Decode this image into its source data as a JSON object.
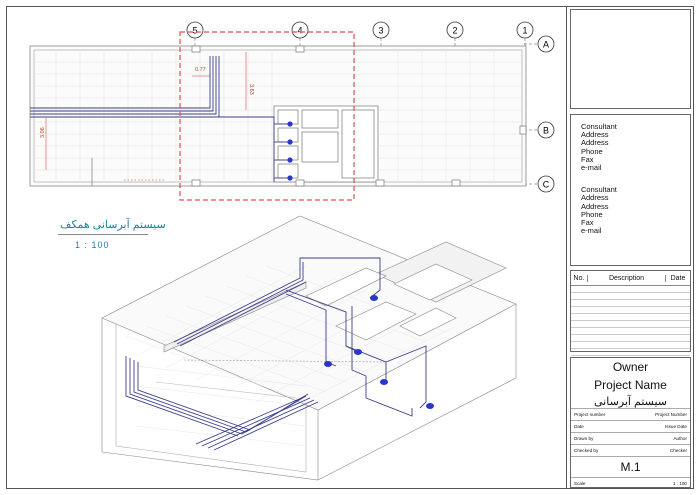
{
  "plan": {
    "title": "سیستم آبرسانی همکف",
    "scale": "1 : 100",
    "grid_columns": [
      "5",
      "4",
      "3",
      "2",
      "1"
    ],
    "grid_rows": [
      "A",
      "B",
      "C"
    ],
    "dims": [
      "0.77",
      "3.63",
      "3.06"
    ]
  },
  "title_block": {
    "consultant_blocks": [
      [
        "Consultant",
        "Address",
        "Address",
        "Phone",
        "Fax",
        "e-mail"
      ],
      [
        "Consultant",
        "Address",
        "Address",
        "Phone",
        "Fax",
        "e-mail"
      ]
    ],
    "revision_headers": [
      "No.",
      "Description",
      "Date"
    ],
    "owner": "Owner",
    "project_name": "Project Name",
    "drawing_title": "سیستم آبرسانی",
    "fields": [
      {
        "left": "Project number",
        "right": "Project Number"
      },
      {
        "left": "Date",
        "right": "Issue Date"
      },
      {
        "left": "Drawn by",
        "right": "Author"
      },
      {
        "left": "Checked by",
        "right": "Checker"
      }
    ],
    "sheet_number": "M.1",
    "scale_label": "Scale",
    "scale_value": "1 : 100"
  }
}
